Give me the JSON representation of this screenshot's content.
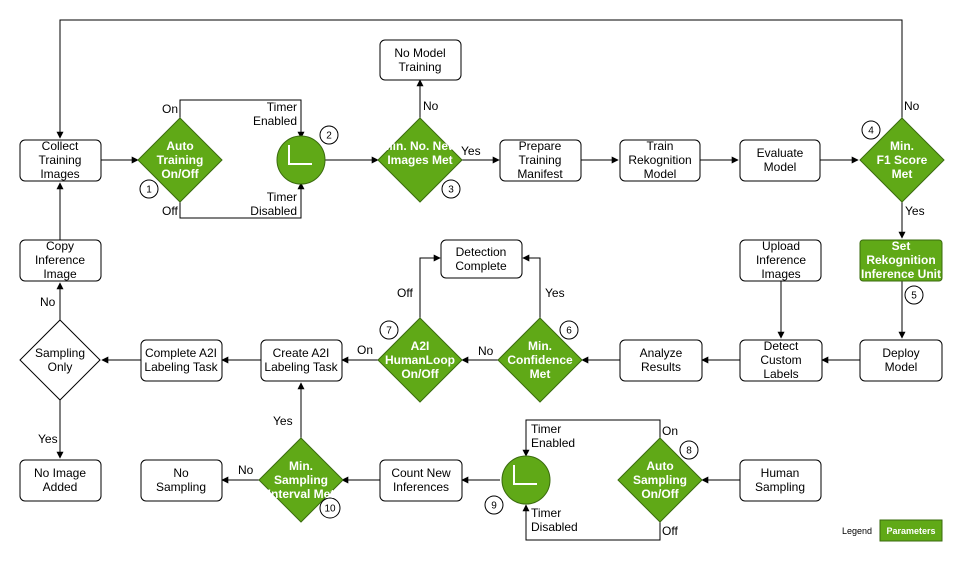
{
  "colors": {
    "green": "#60a917",
    "green_stroke": "#3a6b0e",
    "line": "#000000"
  },
  "nodes": {
    "collect": "Collect Training Images",
    "auto_training": "Auto Training On/Off",
    "no_model_training": "No Model Training",
    "min_new_images": "Min. No. New Images Met",
    "prepare_manifest": "Prepare Training Manifest",
    "train_model": "Train Rekognition Model",
    "evaluate_model": "Evaluate Model",
    "min_f1": "Min. F1 Score Met",
    "set_inference_unit": "Set Rekognition Inference Unit",
    "deploy_model": "Deploy Model",
    "upload_inference": "Upload Inference Images",
    "detect_labels": "Detect Custom Labels",
    "analyze_results": "Analyze Results",
    "min_confidence": "Min. Confidence Met",
    "detection_complete": "Detection Complete",
    "a2i_humanloop": "A2I HumanLoop On/Off",
    "create_a2i": "Create A2I Labeling Task",
    "complete_a2i": "Complete A2I Labeling Task",
    "sampling_only": "Sampling Only",
    "copy_inference": "Copy Inference Image",
    "no_image_added": "No Image Added",
    "min_sampling_interval": "Min. Sampling Interval Met",
    "no_sampling": "No Sampling",
    "count_new_inferences": "Count New Inferences",
    "auto_sampling": "Auto Sampling On/Off",
    "human_sampling": "Human Sampling"
  },
  "edge_labels": {
    "on1": "On",
    "off1": "Off",
    "timer_enabled1": "Timer Enabled",
    "timer_disabled1": "Timer Disabled",
    "yes1": "Yes",
    "no1": "No",
    "no_f1": "No",
    "yes_f1": "Yes",
    "off_a2i": "Off",
    "on_a2i": "On",
    "no_conf": "No",
    "yes_conf": "Yes",
    "no_sampling_only": "No",
    "yes_sampling_only": "Yes",
    "yes_interval": "Yes",
    "no_interval": "No",
    "timer_enabled2": "Timer Enabled",
    "timer_disabled2": "Timer Disabled",
    "on2": "On",
    "off2": "Off"
  },
  "numbers": [
    "1",
    "2",
    "3",
    "4",
    "5",
    "6",
    "7",
    "8",
    "9",
    "10"
  ],
  "legend": {
    "label": "Legend",
    "box": "Parameters"
  }
}
